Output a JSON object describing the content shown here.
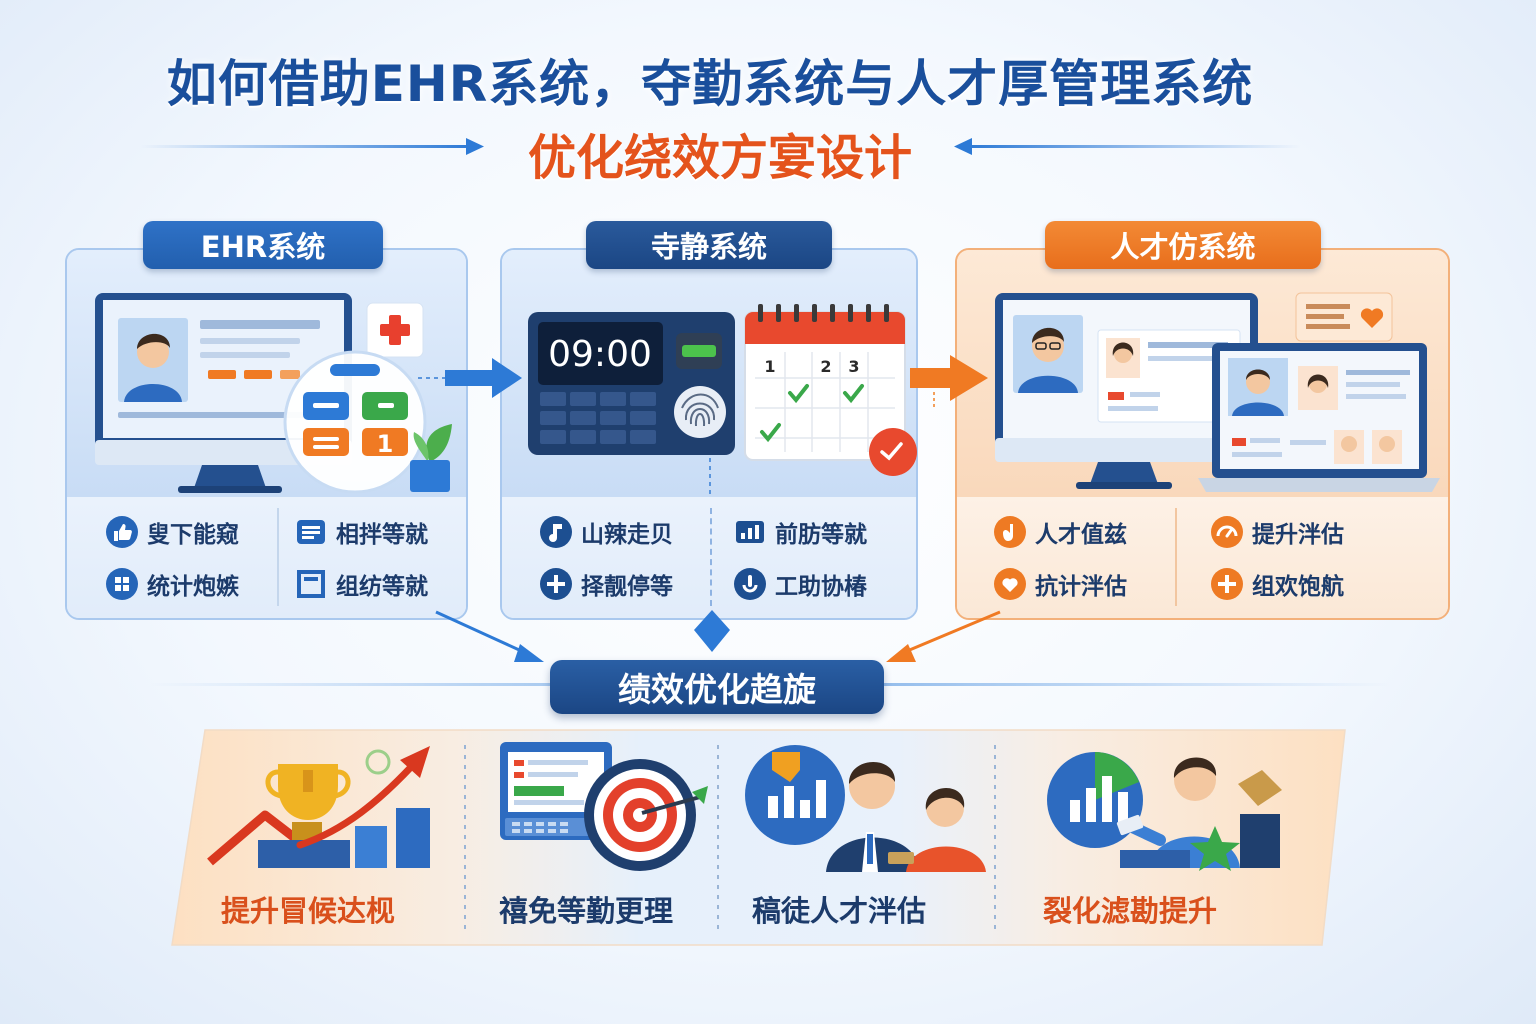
{
  "title": "如何借助EHR系统，夺勤系统与人才厚管理系统",
  "subtitle": "优化绕效方宴设计",
  "colors": {
    "primary_blue": "#2565b8",
    "navy": "#1d4f91",
    "orange": "#ee7a23",
    "accent_red": "#e4531c",
    "text_dark": "#1c3b6b"
  },
  "panels": [
    {
      "header": "EHR系统",
      "widget_tile_number": "1",
      "items": [
        "叟下能窥",
        "相拌等就",
        "统计炮嫉",
        "组纺等就"
      ],
      "item_icons": [
        "thumbs-up-icon",
        "list-icon",
        "grid-icon",
        "frame-icon"
      ]
    },
    {
      "header": "寺静系统",
      "clock_time": "09:00",
      "calendar_days": [
        "1",
        "2",
        "3"
      ],
      "items": [
        "山辣走贝",
        "前肪等就",
        "择靓停等",
        "工助协椿"
      ],
      "item_icons": [
        "note-icon",
        "chart-icon",
        "plus-icon",
        "timer-icon"
      ]
    },
    {
      "header": "人才仿系统",
      "items": [
        "人才值兹",
        "提升泮估",
        "抗计泮估",
        "组欢饱航"
      ],
      "item_icons": [
        "hand-icon",
        "gauge-icon",
        "heart-icon",
        "plus-icon"
      ]
    }
  ],
  "center_label": "绩效优化趋旋",
  "outcomes": [
    {
      "label": "提升冒候达枧",
      "icon": "trophy-growth-icon",
      "color": "#d9501c"
    },
    {
      "label": "禧免等勤更理",
      "icon": "target-dashboard-icon",
      "color": "#1c3b6b"
    },
    {
      "label": "稿徒人才泮估",
      "icon": "people-chart-icon",
      "color": "#1c3b6b"
    },
    {
      "label": "裂化滤勘提升",
      "icon": "person-star-icon",
      "color": "#d9501c"
    }
  ]
}
